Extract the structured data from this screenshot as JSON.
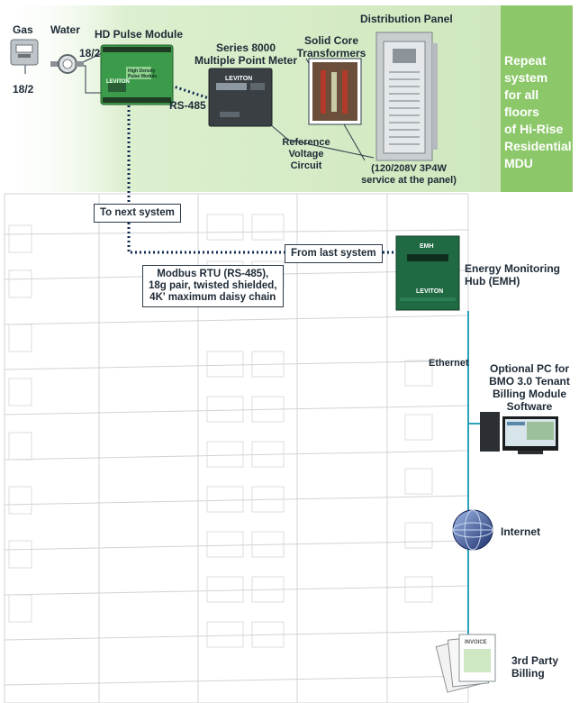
{
  "labels": {
    "gas": "Gas",
    "water": "Water",
    "hd_pulse_module": "HD Pulse Module",
    "wire_gauge_left": "18/2",
    "wire_gauge_top": "18/2",
    "rs485": "RS-485",
    "series_8000_line1": "Series 8000",
    "series_8000_line2": "Multiple Point Meter",
    "solid_core_line1": "Solid Core",
    "solid_core_line2": "Transformers",
    "distribution_panel": "Distribution Panel",
    "reference_line1": "Reference",
    "reference_line2": "Voltage",
    "reference_line3": "Circuit",
    "service_line1": "(120/208V 3P4W",
    "service_line2": "service at the panel)",
    "repeat_line1": "Repeat",
    "repeat_line2": "system",
    "repeat_line3": "for all floors",
    "repeat_line4": "of Hi-Rise",
    "repeat_line5": "Residential",
    "repeat_line6": "MDU",
    "to_next_system": "To next system",
    "from_last_system": "From last system",
    "modbus_line1": "Modbus RTU (RS-485),",
    "modbus_line2": "18g pair, twisted shielded,",
    "modbus_line3": "4K' maximum daisy chain",
    "emh_line1": "Energy Monitoring",
    "emh_line2": "Hub (EMH)",
    "ethernet": "Ethernet",
    "pc_line1": "Optional PC for",
    "pc_line2": "BMO 3.0 Tenant",
    "pc_line3": "Billing Module",
    "pc_line4": "Software",
    "internet": "Internet",
    "third_party_line1": "3rd Party",
    "third_party_line2": "Billing"
  },
  "device_text": {
    "leviton": "LEVITON",
    "hd_module_title": "High Density",
    "hd_module_sub": "Pulse Module",
    "emh_badge": "EMH",
    "invoice": "INVOICE"
  },
  "colors": {
    "floor_band": "#d8eccb",
    "repeat_band": "#8cc86a",
    "network_line": "#2aa3b8",
    "dotted_cable": "#0e2a52",
    "emh_green": "#1f6a43",
    "module_green": "#3c9b4a"
  }
}
